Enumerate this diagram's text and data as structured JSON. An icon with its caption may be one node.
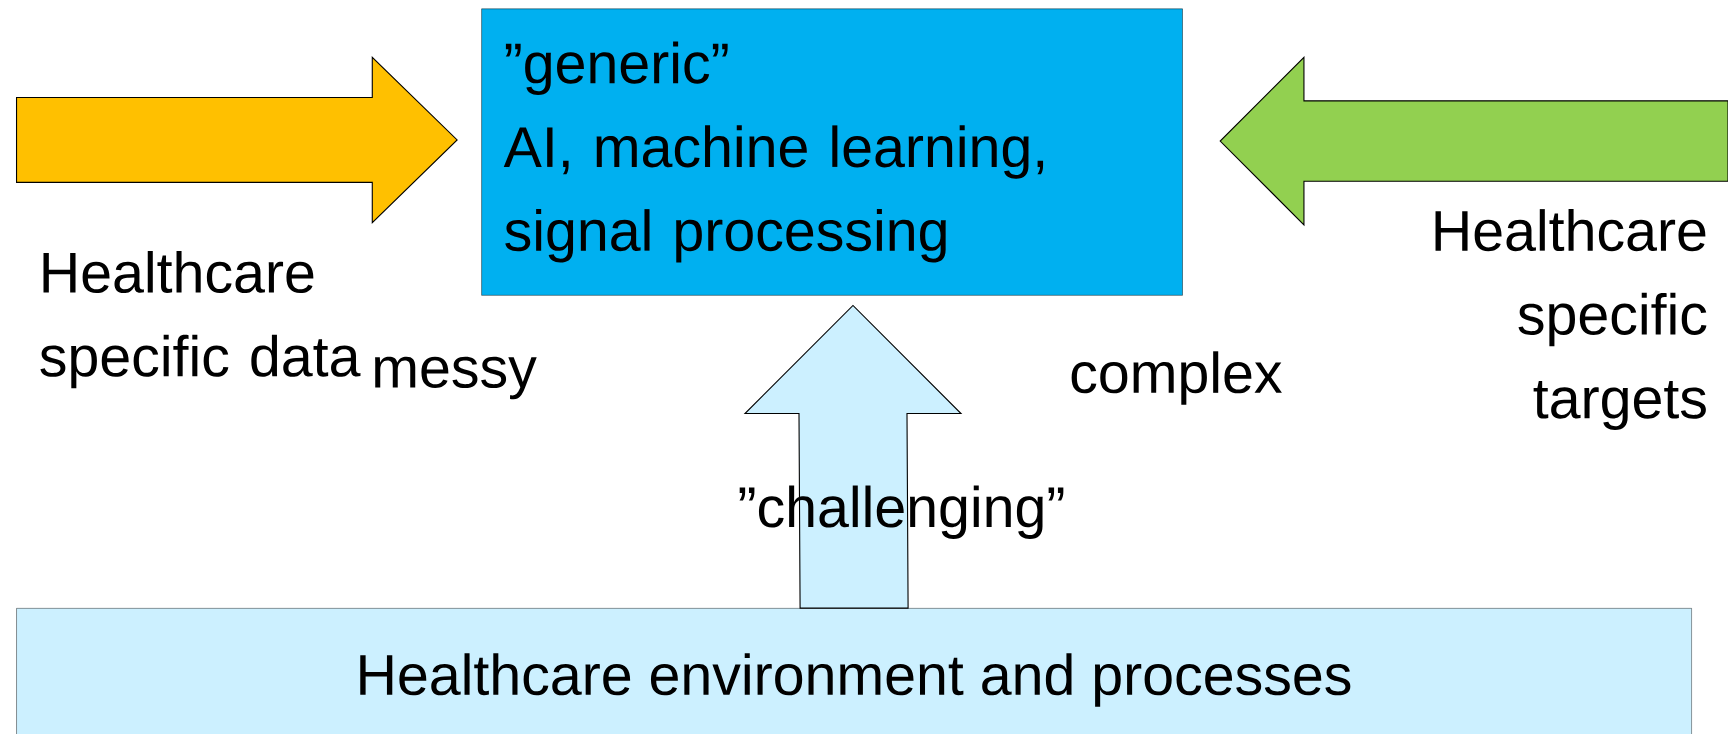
{
  "diagram": {
    "nodes": [
      {
        "text": [
          "”generic”",
          "AI, machine learning, signal processing"
        ]
      },
      {
        "text": [
          "Healthcare environment and processes"
        ]
      },
      {
        "text": [
          "Healthcare specific data"
        ]
      },
      {
        "text": [
          "Healthcare specific targets"
        ]
      }
    ],
    "edges": [
      {
        "from": 2,
        "to": 0,
        "arrow": "to",
        "color": "#ffc000"
      },
      {
        "from": 3,
        "to": 0,
        "arrow": "to",
        "color": "#92d050"
      },
      {
        "from": 1,
        "to": 0,
        "arrow": "to",
        "label": "”challenging”",
        "color": "#ccf0ff"
      }
    ],
    "labels": [
      "messy",
      "complex"
    ]
  }
}
